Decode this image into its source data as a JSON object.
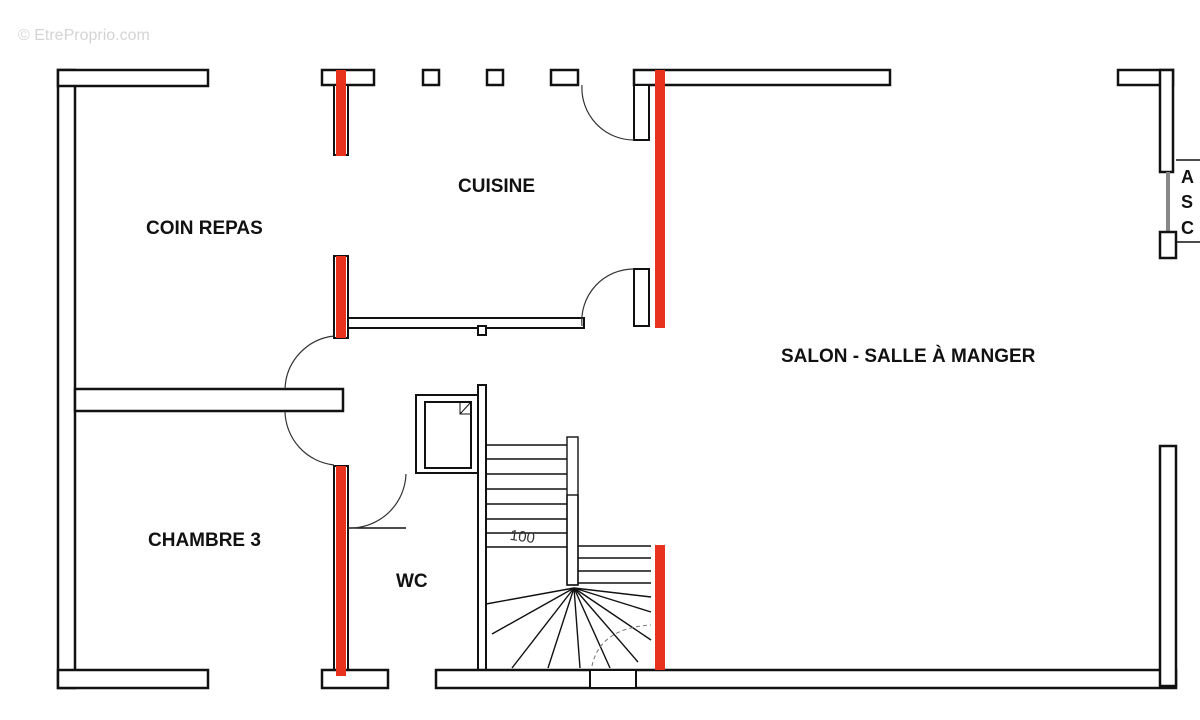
{
  "watermark": "© EtreProprio.com",
  "rooms": {
    "coin_repas": "COIN REPAS",
    "cuisine": "CUISINE",
    "salon": "SALON - SALLE À MANGER",
    "chambre": "CHAMBRE 3",
    "wc": "WC"
  },
  "elevator": {
    "letters": [
      "A",
      "S",
      "C"
    ]
  },
  "stair_label": "100",
  "colors": {
    "wall": "#111111",
    "demolished_wall": "#e8321e",
    "background": "#ffffff"
  }
}
